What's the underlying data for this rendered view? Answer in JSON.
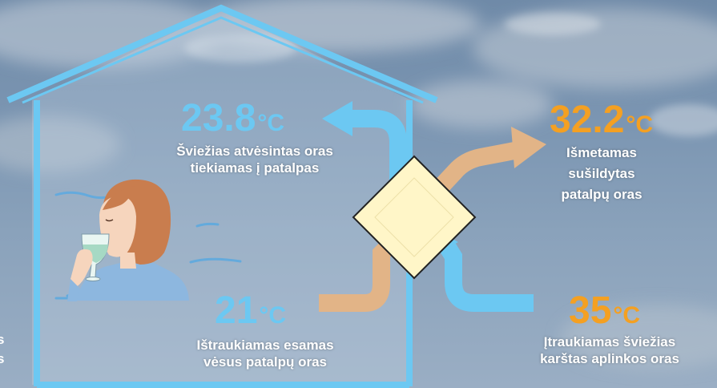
{
  "colors": {
    "blue_arrow": "#6cc8f2",
    "tan_arrow": "#e2b487",
    "house_outline": "#6cc8f2",
    "temp_blue": "#6cc8f2",
    "temp_orange": "#f4a022",
    "exchanger_fill": "#fff6c8"
  },
  "supply": {
    "temp": "23.8",
    "unit": "°C",
    "label_line1": "Šviežias atvėsintas oras",
    "label_line2": "tiekiamas į patalpas"
  },
  "exhaust": {
    "temp": "32.2",
    "unit": "°C",
    "label_line1": "Išmetamas",
    "label_line2": "sušildytas",
    "label_line3": "patalpų oras"
  },
  "extract": {
    "temp": "21",
    "unit": "°C",
    "label_line1": "Ištraukiamas esamas",
    "label_line2": "vėsus patalpų oras"
  },
  "intake": {
    "temp": "35",
    "unit": "°C",
    "label_line1": "Įtraukiamas šviežias",
    "label_line2": "karštas aplinkos oras"
  },
  "icons": [
    "house-outline-icon",
    "heat-exchanger-icon",
    "person-drinking-icon"
  ]
}
